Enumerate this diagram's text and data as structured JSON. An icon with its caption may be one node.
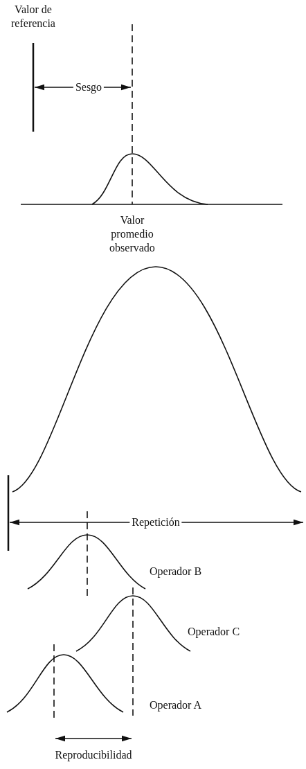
{
  "diagram": {
    "labels": [
      "Valor de referencia",
      "Sesgo",
      "Valor promedio observado",
      "Repetición",
      "Operador B",
      "Operador C",
      "Operador A",
      "Reproducibilidad"
    ]
  }
}
